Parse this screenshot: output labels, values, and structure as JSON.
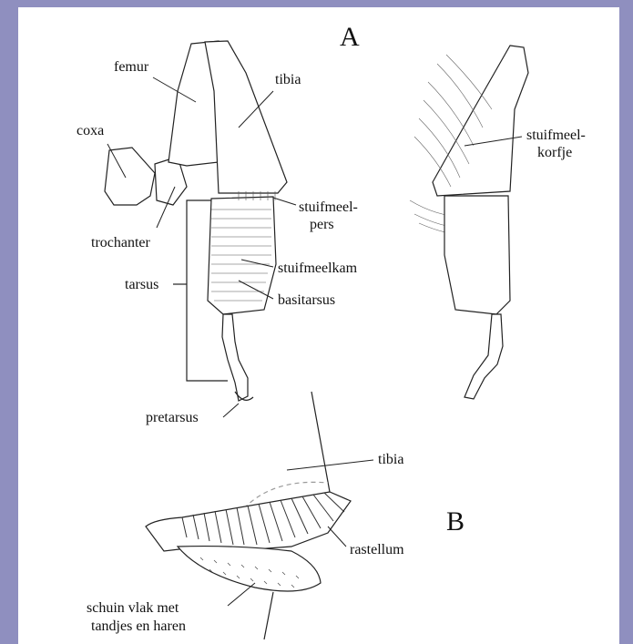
{
  "panels": {
    "a_label": "A",
    "b_label": "B"
  },
  "labels": {
    "femur": "femur",
    "tibia_a": "tibia",
    "coxa": "coxa",
    "trochanter": "trochanter",
    "stuifmeelpers_1": "stuifmeel-",
    "stuifmeelpers_2": "pers",
    "tarsus": "tarsus",
    "stuifmeelkam": "stuifmeelkam",
    "basitarsus": "basitarsus",
    "pretarsus": "pretarsus",
    "korfje_1": "stuifmeel-",
    "korfje_2": "korfje",
    "tibia_b": "tibia",
    "rastellum": "rastellum",
    "schuin_1": "schuin vlak met",
    "schuin_2": "tandjes en haren"
  },
  "colors": {
    "background": "#8f8fbf",
    "paper": "#ffffff",
    "ink": "#111111"
  }
}
